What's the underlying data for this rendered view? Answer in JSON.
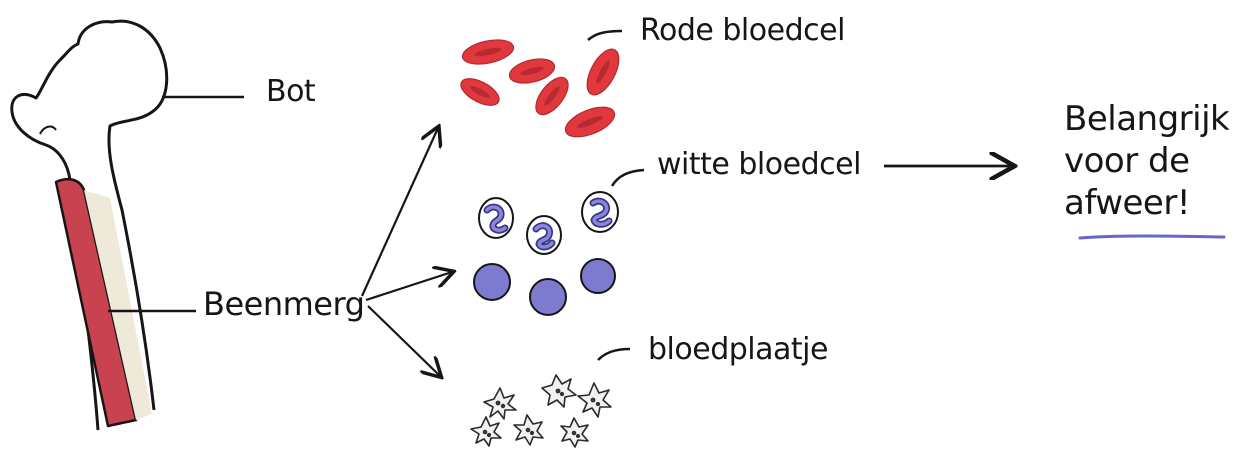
{
  "labels": {
    "bone": "Bot",
    "marrow": "Beenmerg",
    "red_cell": "Rode bloedcel",
    "white_cell": "witte bloedcel",
    "platelet": "bloedplaatje"
  },
  "note": {
    "line1": "Belangrijk",
    "line2": "voor de",
    "line3": "afweer!"
  },
  "colors": {
    "ink": "#161616",
    "marrow": "#c8424f",
    "red_cell": "#e0383d",
    "white_cell": "#7e7ad0",
    "platelet": "#9a9a9a",
    "underline": "#6a66c8"
  }
}
